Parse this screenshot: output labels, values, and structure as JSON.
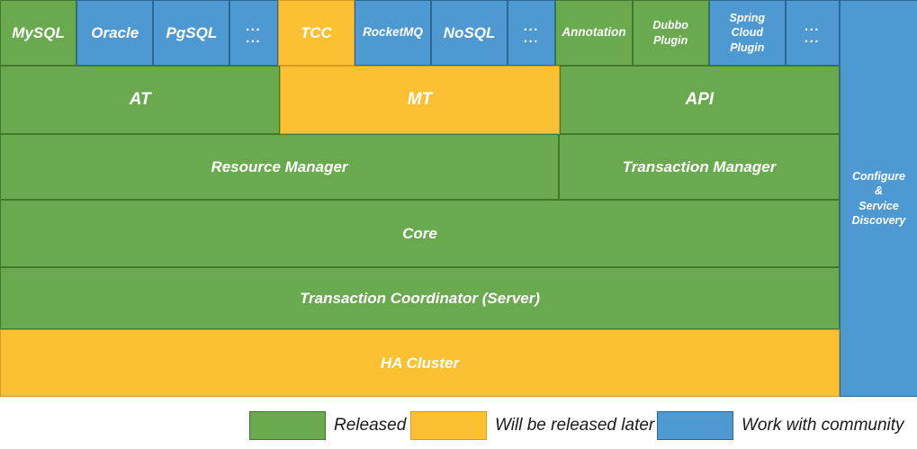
{
  "colors": {
    "released_green": "#69aa4e",
    "released_green_border": "#3e7a2e",
    "later_orange": "#fcc133",
    "later_orange_border": "#d89c1a",
    "community_blue": "#4f99d3",
    "community_blue_border": "#2a6899",
    "box_text": "#ffffff",
    "legend_text": "#1a1a1a",
    "background": "#ffffff"
  },
  "diagram": {
    "top_row": [
      {
        "label": "MySQL",
        "color": "green",
        "w": "std",
        "fs": "md"
      },
      {
        "label": "Oracle",
        "color": "blue",
        "w": "std",
        "fs": "md"
      },
      {
        "label": "PgSQL",
        "color": "blue",
        "w": "std",
        "fs": "md"
      },
      {
        "label": "...\n...",
        "color": "blue",
        "w": "dots",
        "fs": "dots"
      },
      {
        "label": "TCC",
        "color": "orange",
        "w": "std",
        "fs": "md"
      },
      {
        "label": "RocketMQ",
        "color": "blue",
        "w": "std",
        "fs": "sm"
      },
      {
        "label": "NoSQL",
        "color": "blue",
        "w": "std",
        "fs": "md"
      },
      {
        "label": "...\n...",
        "color": "blue",
        "w": "dots",
        "fs": "dots"
      },
      {
        "label": "Annotation",
        "color": "green",
        "w": "std",
        "fs": "sm"
      },
      {
        "label": "Dubbo\nPlugin",
        "color": "green",
        "w": "std",
        "fs": "xs"
      },
      {
        "label": "Spring\nCloud\nPlugin",
        "color": "blue",
        "w": "std",
        "fs": "xs"
      },
      {
        "label": "...\n...",
        "color": "blue",
        "w": "dots2",
        "fs": "dots"
      }
    ],
    "mode_row": [
      {
        "label": "AT",
        "color": "green",
        "w": "third",
        "fs": "lg"
      },
      {
        "label": "MT",
        "color": "orange",
        "w": "mid",
        "fs": "lg"
      },
      {
        "label": "API",
        "color": "green",
        "w": "third",
        "fs": "lg"
      }
    ],
    "manager_row": [
      {
        "label": "Resource Manager",
        "color": "green",
        "w": "two-thirds",
        "fs": "md"
      },
      {
        "label": "Transaction Manager",
        "color": "green",
        "w": "third",
        "fs": "md"
      }
    ],
    "core_row": [
      {
        "label": "Core",
        "color": "green",
        "w": "full",
        "fs": "md"
      }
    ],
    "server_row": [
      {
        "label": "Transaction Coordinator (Server)",
        "color": "green",
        "w": "full",
        "fs": "md"
      }
    ],
    "ha_row": [
      {
        "label": "HA Cluster",
        "color": "orange",
        "w": "full",
        "fs": "md"
      }
    ],
    "side_column": {
      "label": "Configure\n&\nService\nDiscovery",
      "color": "blue"
    }
  },
  "legend": [
    {
      "label": "Released",
      "color": "green"
    },
    {
      "label": "Will be released later",
      "color": "orange"
    },
    {
      "label": "Work with community",
      "color": "blue"
    }
  ]
}
